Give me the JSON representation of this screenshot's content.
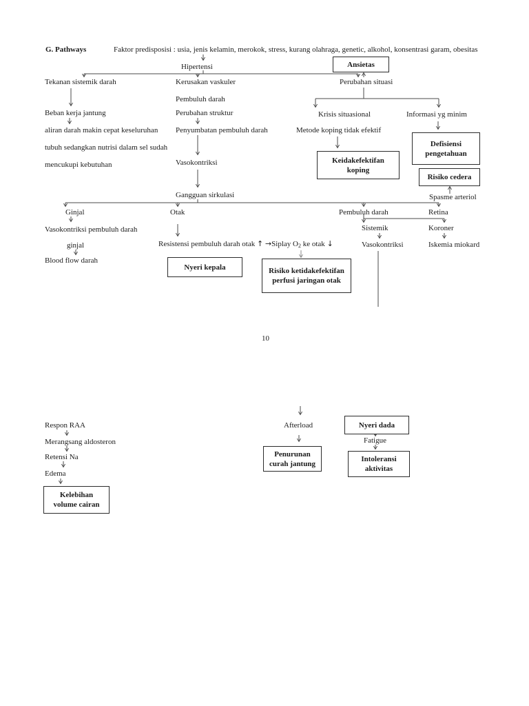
{
  "page_number": "10",
  "colors": {
    "text": "#1b1b1b",
    "line": "#4a4a4a",
    "line_light": "#8a8a8a"
  },
  "header": {
    "section_title": "G. Pathways",
    "predisposition": "Faktor predisposisi : usia, jenis kelamin, merokok, stress, kurang olahraga, genetic, alkohol, konsentrasi garam, obesitas"
  },
  "nodes": {
    "hipertensi": "Hipertensi",
    "ansietas": "Ansietas",
    "tekanan_sistemik": "Tekanan sistemik darah",
    "kerusakan_vaskuler": "Kerusakan vaskuler",
    "pembuluh_darah_cont": "Pembuluh darah",
    "perubahan_situasi": "Perubahan situasi",
    "beban_kerja": "Beban kerja jantung",
    "aliran_line1": "aliran darah makin cepat keseluruhan",
    "aliran_line2": "tubuh sedangkan nutrisi dalam sel sudah",
    "aliran_line3": "mencukupi kebutuhan",
    "perubahan_struktur": "Perubahan struktur",
    "penyumbatan": "Penyumbatan pembuluh darah",
    "vasokontriksi1": "Vasokontriksi",
    "krisis": "Krisis situasional",
    "metode_koping": "Metode koping tidak efektif",
    "box_koping": "Keidakefektifan\nkoping",
    "informasi": "Informasi yg minim",
    "box_defisiensi": "Defisiensi\npengetahuan",
    "box_risiko_cedera": "Risiko cedera",
    "spasme": "Spasme arteriol",
    "gangguan": "Gangguan sirkulasi",
    "ginjal": "Ginjal",
    "otak": "Otak",
    "pembuluh_darah_organ": "Pembuluh darah",
    "retina": "Retina",
    "vasokontriksi_ginjal_l1": "Vasokontriksi pembuluh darah",
    "vasokontriksi_ginjal_l2": "ginjal",
    "blood_flow": "Blood flow darah",
    "resistensi": "Resistensi pembuluh darah otak ",
    "up_arrow": "↑",
    "to_arrow": "→",
    "siplay_pre": "Siplay O",
    "siplay_sub": "2",
    "siplay_post": " ke otak ",
    "down_arrow": "↓",
    "sistemik": "Sistemik",
    "koroner": "Koroner",
    "vasokontriksi2": "Vasokontriksi",
    "iskemia": "Iskemia miokard",
    "box_nyeri_kepala": "Nyeri kepala",
    "box_perfusi": "Risiko ketidakefektifan\nperfusi jaringan otak",
    "respon_raa": "Respon RAA",
    "merangsang": "Merangsang aldosteron",
    "retensi_na": "Retensi Na",
    "edema": "Edema",
    "box_kelebihan": "Kelebihan\nvolume cairan",
    "afterload": "Afterload",
    "box_penurunan": "Penurunan\ncurah jantung",
    "box_nyeri_dada": "Nyeri dada",
    "fatigue": "Fatigue",
    "box_intoleransi": "Intoleransi\naktivitas"
  }
}
